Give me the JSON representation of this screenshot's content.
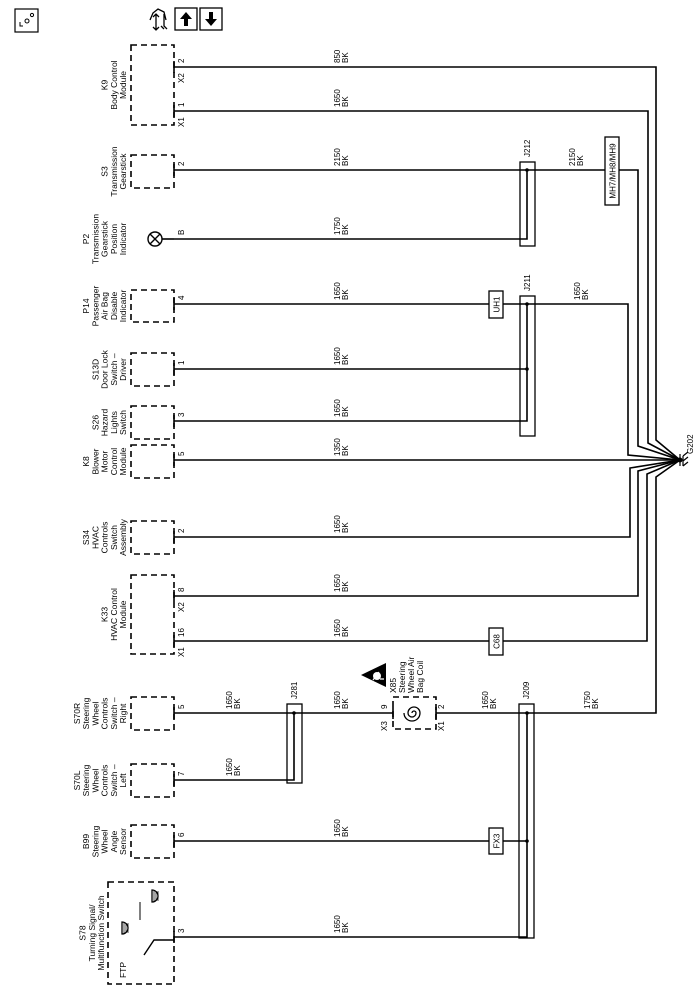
{
  "toolbar": {
    "location_icon": "loc-icon",
    "location_text": "Loc",
    "tools_icon": "component-tools-icon",
    "up_icon": "arrow-up-icon",
    "down_icon": "arrow-down-icon"
  },
  "components": [
    {
      "id": "K9",
      "lines": [
        "K9",
        "Body Control",
        "Module"
      ],
      "pins": [
        {
          "pin": "2",
          "conn": "X2"
        },
        {
          "pin": "1",
          "conn": "X1"
        }
      ]
    },
    {
      "id": "S3",
      "lines": [
        "S3",
        "Transmission",
        "Gearstick"
      ],
      "pins": [
        {
          "pin": "2"
        }
      ]
    },
    {
      "id": "P2",
      "lines": [
        "P2",
        "Transmission",
        "Gearstick",
        "Position",
        "Indicator"
      ],
      "pins": [
        {
          "pin": "B"
        }
      ]
    },
    {
      "id": "P14",
      "lines": [
        "P14",
        "Passenger",
        "Air Bag",
        "Disable",
        "Indicator"
      ],
      "pins": [
        {
          "pin": "4"
        }
      ]
    },
    {
      "id": "S13D",
      "lines": [
        "S13D",
        "Door Lock",
        "Switch –",
        "Driver"
      ],
      "pins": [
        {
          "pin": "1"
        }
      ]
    },
    {
      "id": "S26",
      "lines": [
        "S26",
        "Hazard",
        "Lights",
        "Switch"
      ],
      "pins": [
        {
          "pin": "3"
        }
      ]
    },
    {
      "id": "K8",
      "lines": [
        "K8",
        "Blower",
        "Motor",
        "Control",
        "Module"
      ],
      "pins": [
        {
          "pin": "5"
        }
      ]
    },
    {
      "id": "S34",
      "lines": [
        "S34",
        "HVAC",
        "Controls",
        "Switch",
        "Assembly"
      ],
      "pins": [
        {
          "pin": "2"
        }
      ]
    },
    {
      "id": "K33",
      "lines": [
        "K33",
        "HVAC Control",
        "Module"
      ],
      "pins": [
        {
          "pin": "8",
          "conn": "X2"
        },
        {
          "pin": "16",
          "conn": "X1"
        }
      ]
    },
    {
      "id": "S70R",
      "lines": [
        "S70R",
        "Steering",
        "Wheel",
        "Controls",
        "Switch –",
        "Right"
      ],
      "pins": [
        {
          "pin": "5"
        }
      ]
    },
    {
      "id": "S70L",
      "lines": [
        "S70L",
        "Steering",
        "Wheel",
        "Controls",
        "Switch –",
        "Left"
      ],
      "pins": [
        {
          "pin": "7"
        }
      ]
    },
    {
      "id": "B99",
      "lines": [
        "B99",
        "Steering",
        "Wheel",
        "Angle",
        "Sensor"
      ],
      "pins": [
        {
          "pin": "6"
        }
      ]
    },
    {
      "id": "S78",
      "lines": [
        "S78",
        "Turning Signal/",
        "Multifunction Switch"
      ],
      "pins": [
        {
          "pin": "3"
        }
      ],
      "switch_label": "FTP"
    }
  ],
  "x85": {
    "lines": [
      "X85",
      "Steering",
      "Wheel Air",
      "Bag Coil"
    ],
    "pin_in": "9",
    "conn_in": "X3",
    "pin_out": "2",
    "conn_out": "X1"
  },
  "splices": [
    "J212",
    "J211",
    "J281",
    "J209"
  ],
  "inline_connectors": [
    "MH7/MH8/MH9",
    "UH1",
    "C68",
    "FX3"
  ],
  "ground": "G202",
  "wire_labels": [
    {
      "gauge": "850",
      "color": "BK"
    },
    {
      "gauge": "1650",
      "color": "BK"
    },
    {
      "gauge": "2150",
      "color": "BK"
    },
    {
      "gauge": "2150",
      "color": "BK"
    },
    {
      "gauge": "1750",
      "color": "BK"
    },
    {
      "gauge": "1650",
      "color": "BK"
    },
    {
      "gauge": "1650",
      "color": "BK"
    },
    {
      "gauge": "1650",
      "color": "BK"
    },
    {
      "gauge": "1650",
      "color": "BK"
    },
    {
      "gauge": "1350",
      "color": "BK"
    },
    {
      "gauge": "1650",
      "color": "BK"
    },
    {
      "gauge": "1650",
      "color": "BK"
    },
    {
      "gauge": "1650",
      "color": "BK"
    },
    {
      "gauge": "1650",
      "color": "BK"
    },
    {
      "gauge": "1650",
      "color": "BK"
    },
    {
      "gauge": "1650",
      "color": "BK"
    },
    {
      "gauge": "1750",
      "color": "BK"
    },
    {
      "gauge": "1650",
      "color": "BK"
    },
    {
      "gauge": "1650",
      "color": "BK"
    },
    {
      "gauge": "1650",
      "color": "BK"
    }
  ]
}
